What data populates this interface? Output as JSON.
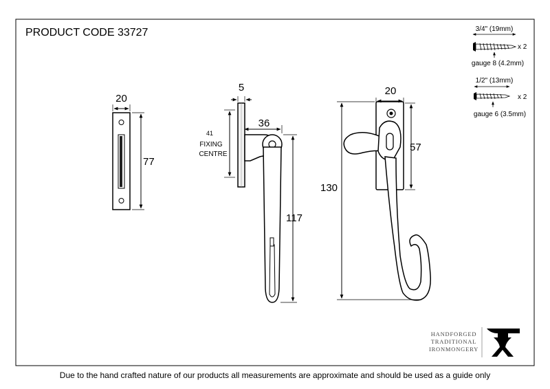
{
  "header": {
    "product_code": "PRODUCT CODE 33727"
  },
  "keep": {
    "width": "20",
    "height": "77"
  },
  "side_view": {
    "plate_thickness": "5",
    "fixing_centre_value": "41",
    "fixing_centre_line1": "FIXING",
    "fixing_centre_line2": "CENTRE",
    "projection": "36",
    "handle_length": "117"
  },
  "front_view": {
    "backplate_width": "20",
    "backplate_height": "57",
    "overall_height": "130"
  },
  "screws": [
    {
      "length": "3/4\" (19mm)",
      "quantity": "x 2",
      "gauge": "gauge 8 (4.2mm)"
    },
    {
      "length": "1/2\" (13mm)",
      "quantity": "x 2",
      "gauge": "gauge 6 (3.5mm)"
    }
  ],
  "brand": {
    "line1": "HANDFORGED",
    "line2": "TRADITIONAL",
    "line3": "IRONMONGERY"
  },
  "footer": {
    "note": "Due to the hand crafted nature of our products all measurements are approximate and should be used as a guide only"
  }
}
